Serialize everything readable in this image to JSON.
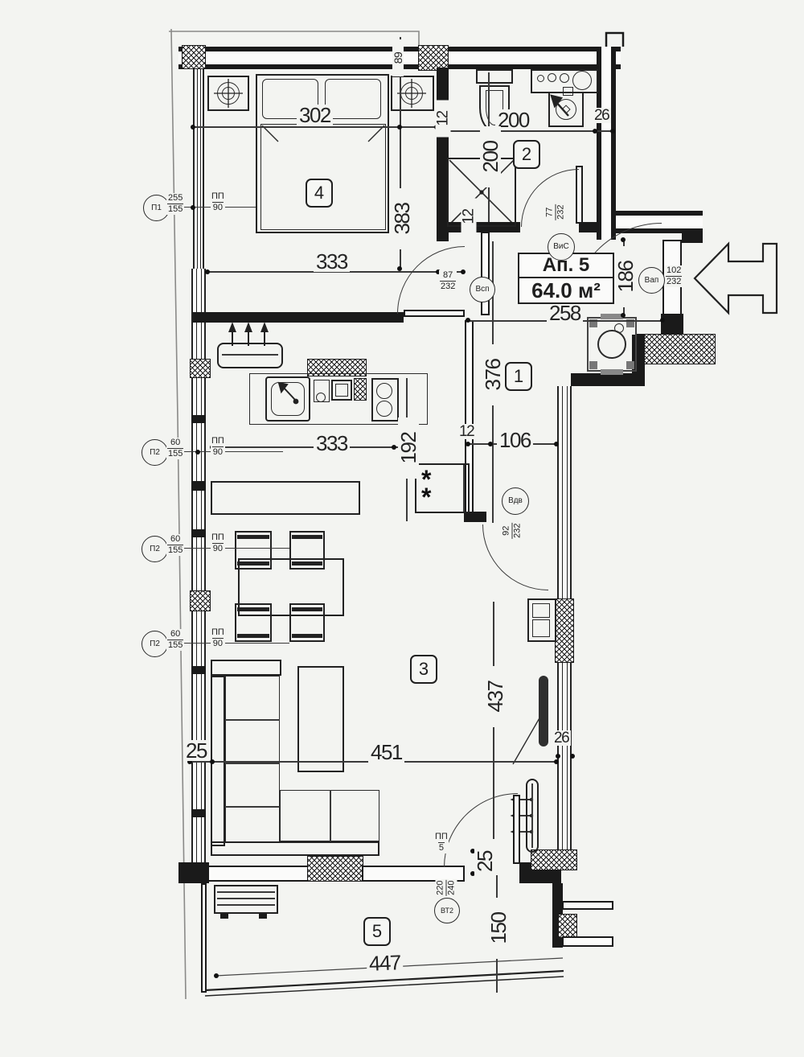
{
  "apartment": {
    "unit": "Ап. 5",
    "area": "64.0 м²"
  },
  "rooms": {
    "r1": "1",
    "r2": "2",
    "r3": "3",
    "r4": "4",
    "r5": "5"
  },
  "dims": {
    "d302": "302",
    "d200w": "200",
    "d200h": "200",
    "d12top": "12",
    "d26top": "26",
    "d89": "89",
    "d383": "383",
    "d333bed": "333",
    "d258": "258",
    "d186": "186",
    "d376": "376",
    "d12mid": "12",
    "d12low": "12",
    "d106": "106",
    "d333kit": "333",
    "d192": "192",
    "d437": "437",
    "d26right": "26",
    "d25left": "25",
    "d451": "451",
    "d25bot": "25",
    "d150": "150",
    "d447": "447"
  },
  "doors": {
    "bedroom": {
      "tag": "Всп",
      "num": "87",
      "den": "232"
    },
    "bathroom": {
      "tag": "ВиС",
      "num": "77",
      "den": "232"
    },
    "entry": {
      "tag": "Вап",
      "num": "102",
      "den": "232"
    },
    "living": {
      "tag": "Вдв",
      "num": "92",
      "den": "232"
    },
    "terrace": {
      "tag": "ВТ2",
      "num": "220",
      "den": "240"
    },
    "terrace_pp": {
      "num": "ПП",
      "den": "5"
    }
  },
  "windows": {
    "p1": {
      "tag": "П1",
      "num": "255",
      "den": "155",
      "ppnum": "ПП",
      "ppden": "90"
    },
    "p2": {
      "tag": "П2",
      "num": "60",
      "den": "155",
      "ppnum": "ПП",
      "ppden": "90"
    }
  },
  "symbols": {
    "freezer_star": "*"
  }
}
